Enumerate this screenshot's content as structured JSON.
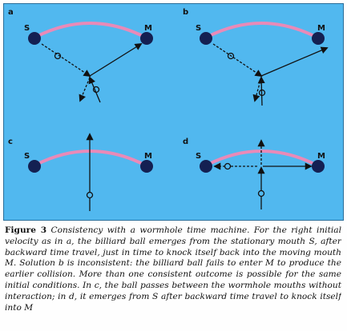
{
  "panels": [
    {
      "letter": "a",
      "mouth_left": "S",
      "mouth_right": "M"
    },
    {
      "letter": "b",
      "mouth_left": "S",
      "mouth_right": "M"
    },
    {
      "letter": "c",
      "mouth_left": "S",
      "mouth_right": "M"
    },
    {
      "letter": "d",
      "mouth_left": "S",
      "mouth_right": "M"
    }
  ],
  "caption": {
    "label": "Figure 3",
    "text": "Consistency with a wormhole time machine. For the right initial velocity as in a, the billiard ball emerges from the stationary mouth S, after backward time travel, just in time to knock itself back into the moving mouth M. Solution b is inconsistent: the billiard ball fails to enter M to produce the earlier collision. More than one consistent outcome is possible for the same initial conditions. In c, the ball passes between the wormhole mouths without interaction; in d, it emerges from S after backward time travel to knock itself into M"
  },
  "colors": {
    "background": "#51b8ef",
    "wormhole_arc": "#e98ab8",
    "mouth": "#142052",
    "trajectory": "#111111"
  }
}
